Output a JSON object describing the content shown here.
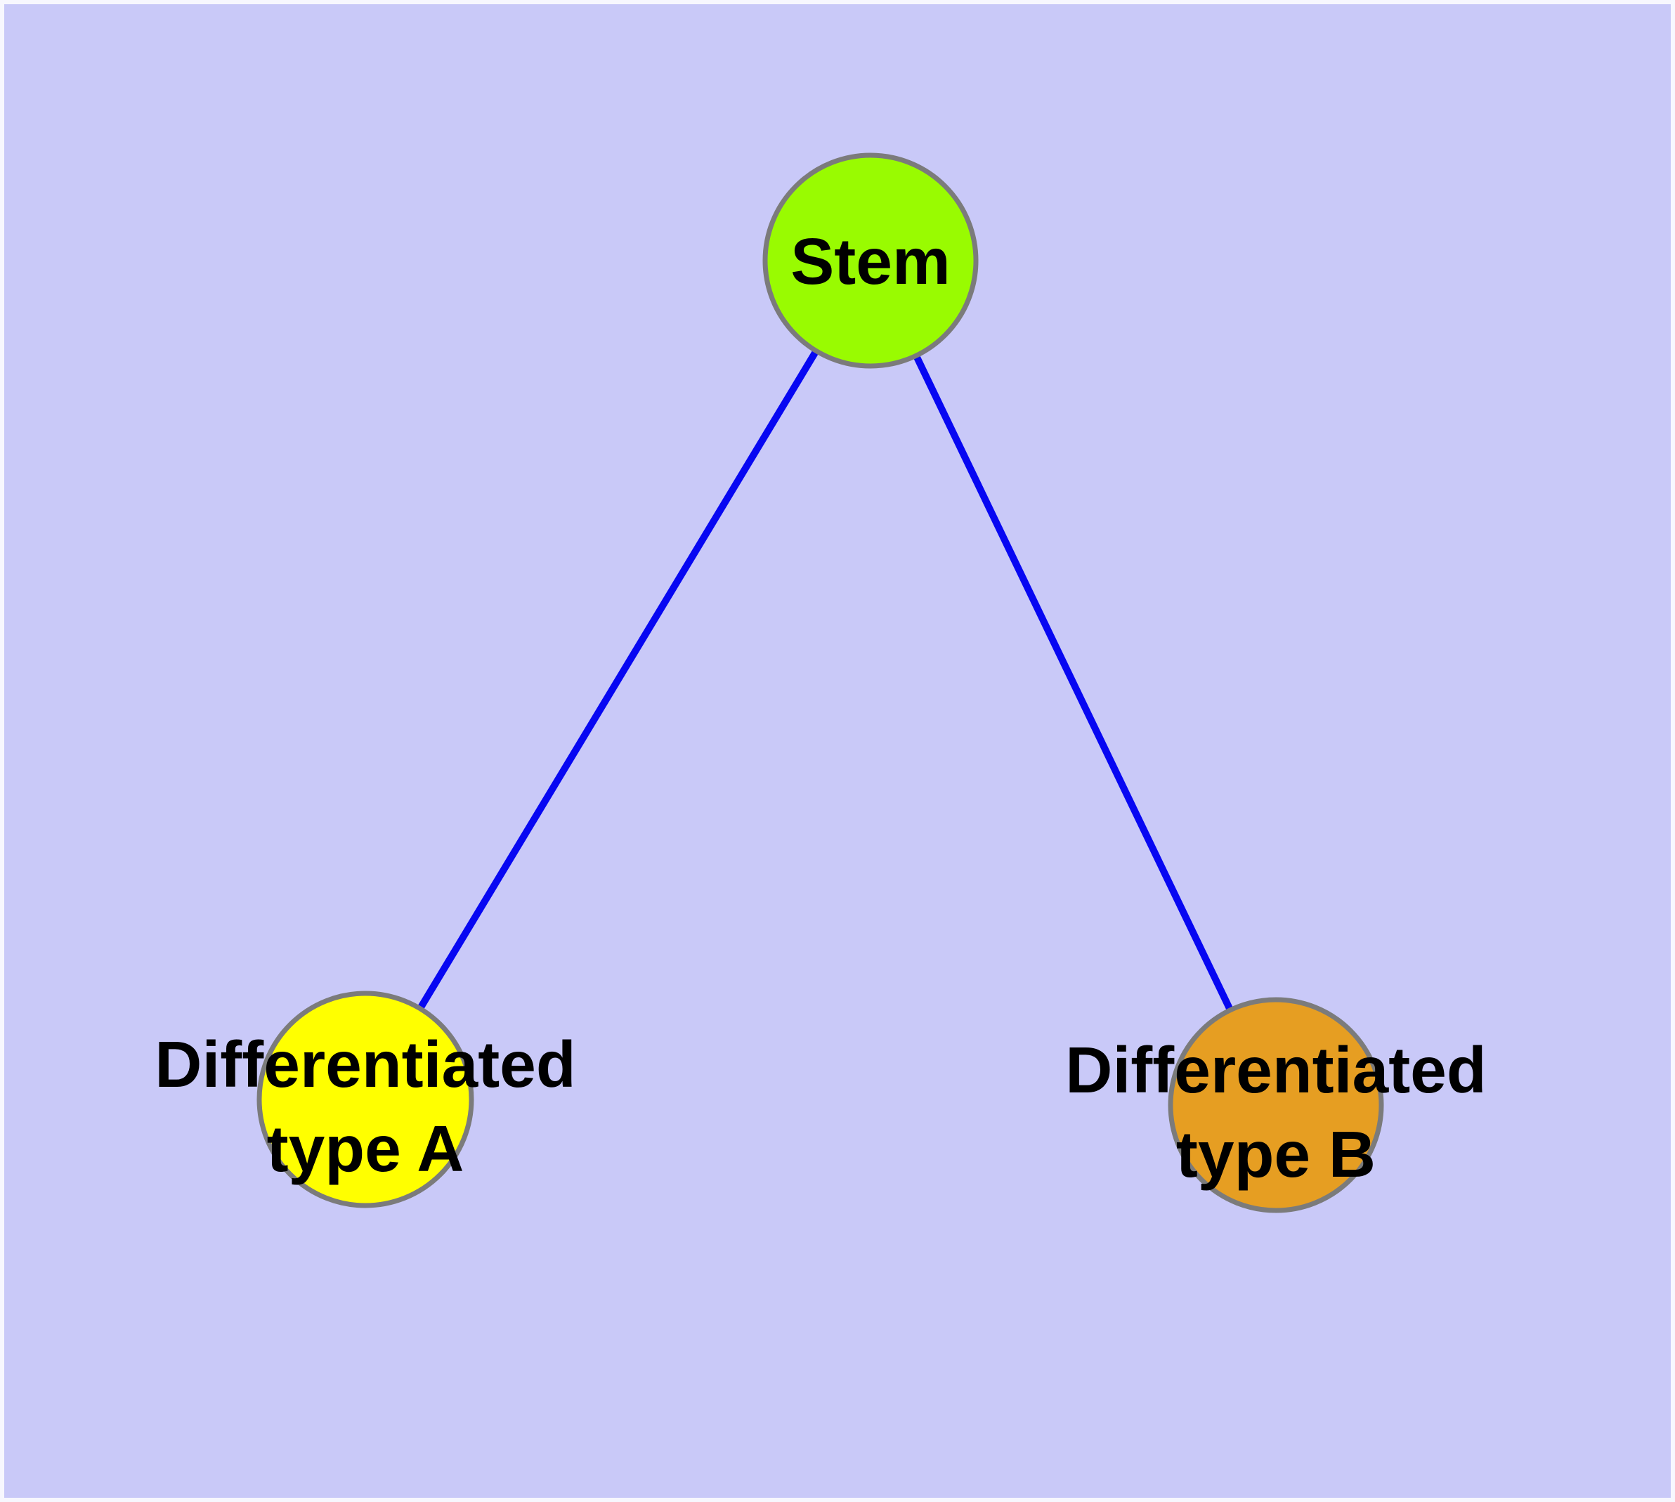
{
  "diagram": {
    "type": "graph",
    "colors": {
      "background": "#C9C9F8",
      "frame": "#FFFFFF",
      "edge": "#0707F2",
      "node_border": "#7B7B7B",
      "label_text": "#000000"
    },
    "nodes": [
      {
        "id": "stem",
        "label": "Stem",
        "color": "#99FB01"
      },
      {
        "id": "differentiated-type-a",
        "label": "Differentiated type A",
        "line1": "Differentiated",
        "line2": "type A",
        "color": "#FFFF00"
      },
      {
        "id": "differentiated-type-b",
        "label": "Differentiated type B",
        "line1": "Differentiated",
        "line2": "type B",
        "color": "#E69E22"
      }
    ],
    "edges": [
      {
        "from": "Stem",
        "to": "Differentiated type A"
      },
      {
        "from": "Stem",
        "to": "Differentiated type B"
      }
    ]
  }
}
